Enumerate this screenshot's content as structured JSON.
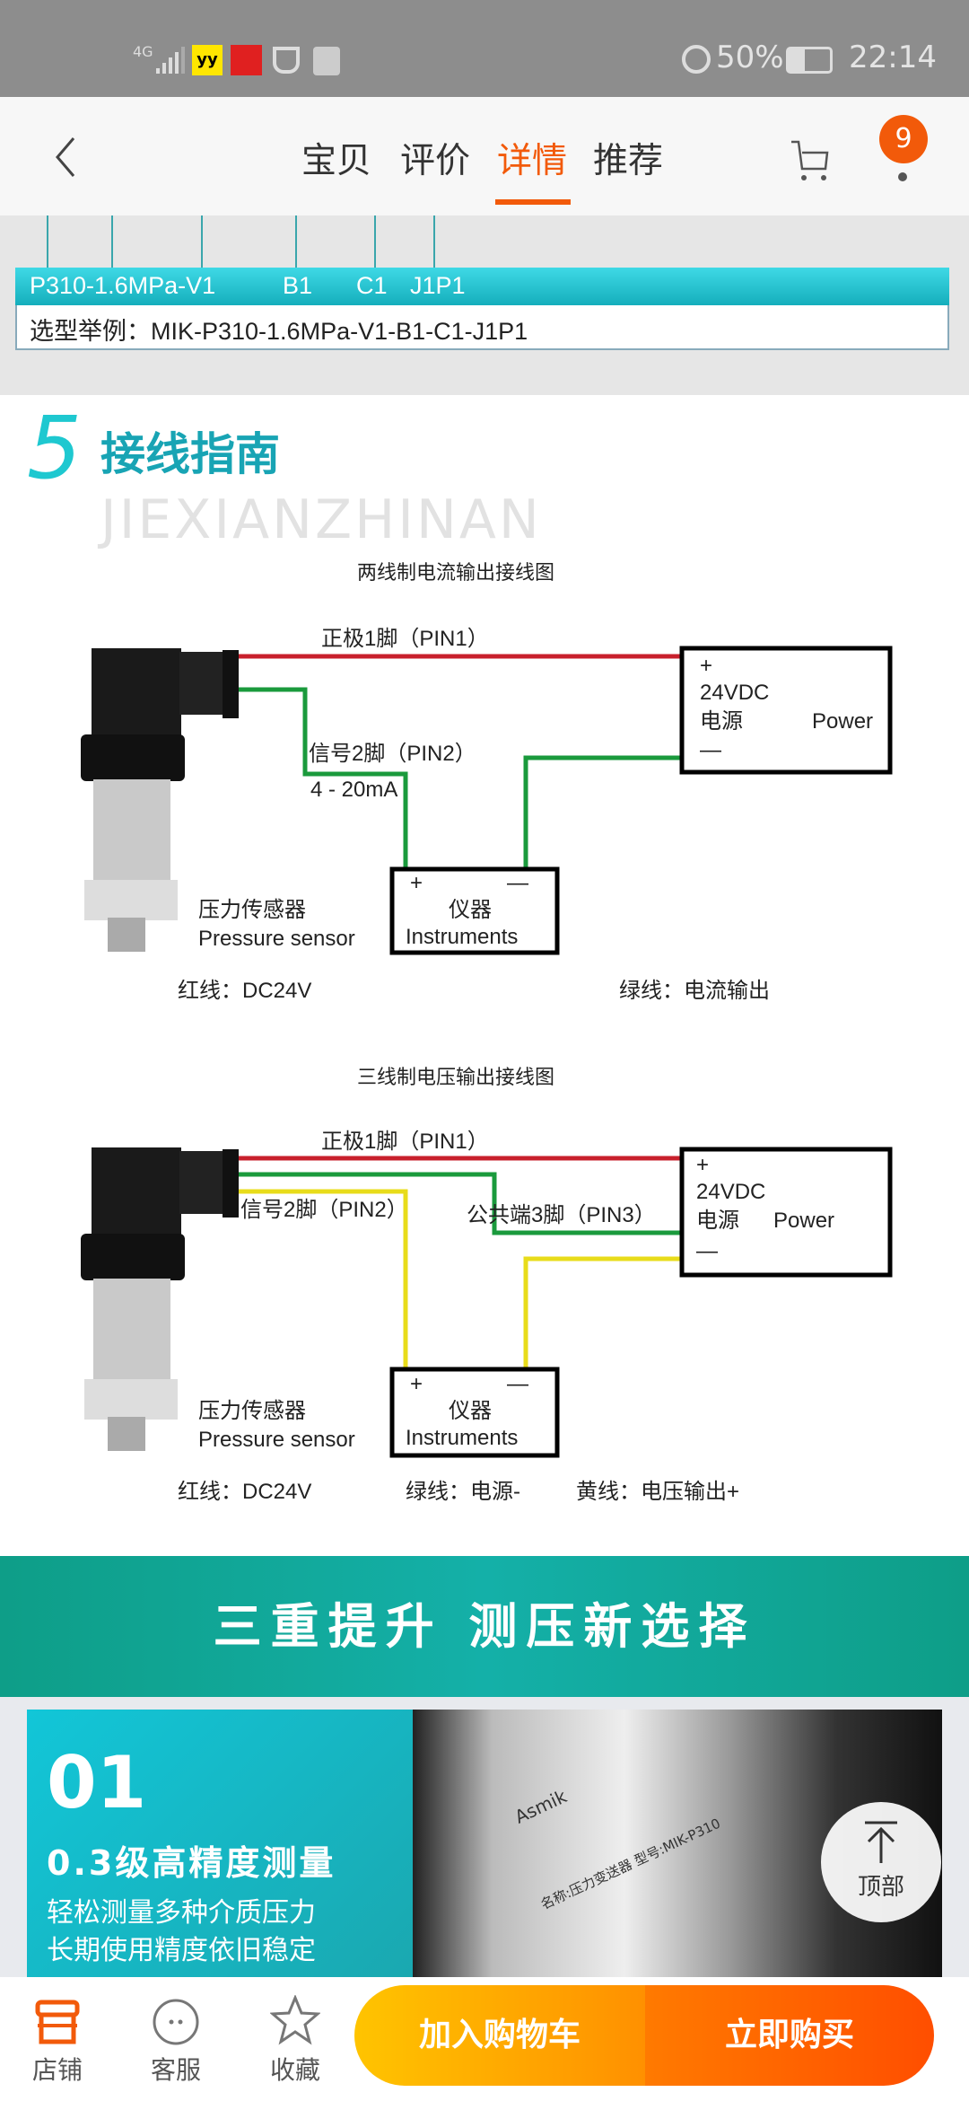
{
  "status_bar": {
    "network": "4G",
    "battery": "50%",
    "time": "22:14",
    "app_icons": [
      "yy-icon",
      "video-icon",
      "tea-icon",
      "huawei-icon"
    ]
  },
  "nav": {
    "tabs": [
      "宝贝",
      "评价",
      "详情",
      "推荐"
    ],
    "active_tab": "详情",
    "cart_badge": "9"
  },
  "spec": {
    "code_parts": [
      "P310-1.6MPa-V1",
      "B1",
      "C1",
      "J1P1"
    ],
    "example": "选型举例：MIK-P310-1.6MPa-V1-B1-C1-J1P1"
  },
  "guide": {
    "number": "5",
    "title": "接线指南",
    "watermark": "JIEXIANZHINAN",
    "diagram1": {
      "title": "两线制电流输出接线图",
      "pin1": "正极1脚（PIN1）",
      "pin2": "信号2脚（PIN2）",
      "current": "4 - 20mA",
      "power_plus": "+",
      "power_v": "24VDC",
      "power_cn": "电源",
      "power_en": "Power",
      "power_minus": "—",
      "inst_plus": "+",
      "inst_minus": "—",
      "inst_cn": "仪器",
      "inst_en": "Instruments",
      "sensor_cn": "压力传感器",
      "sensor_en": "Pressure sensor",
      "legend_red": "红线：DC24V",
      "legend_green": "绿线：电流输出"
    },
    "diagram2": {
      "title": "三线制电压输出接线图",
      "pin1": "正极1脚（PIN1）",
      "pin2": "信号2脚（PIN2）",
      "pin3": "公共端3脚（PIN3）",
      "power_plus": "+",
      "power_v": "24VDC",
      "power_cn": "电源",
      "power_en": "Power",
      "power_minus": "—",
      "inst_plus": "+",
      "inst_minus": "—",
      "inst_cn": "仪器",
      "inst_en": "Instruments",
      "sensor_cn": "压力传感器",
      "sensor_en": "Pressure sensor",
      "legend_red": "红线：DC24V",
      "legend_green": "绿线：电源-",
      "legend_yellow": "黄线：电压输出+"
    }
  },
  "banner": "三重提升 测压新选择",
  "feature": {
    "number": "01",
    "title": "0.3级高精度测量",
    "line1": "轻松测量多种介质压力",
    "line2": "长期使用精度依旧稳定",
    "brand": "Asmik",
    "label": "名称:压力变送器  型号:MIK-P310"
  },
  "back_to_top": "顶部",
  "bottom_bar": {
    "shop": "店铺",
    "service": "客服",
    "favorite": "收藏",
    "add_to_cart": "加入购物车",
    "buy_now": "立即购买"
  },
  "colors": {
    "accent": "#f25a0a",
    "teal": "#14b0a8",
    "red_wire": "#c8202c",
    "green_wire": "#1a9a3c",
    "yellow_wire": "#e8dc1a"
  }
}
